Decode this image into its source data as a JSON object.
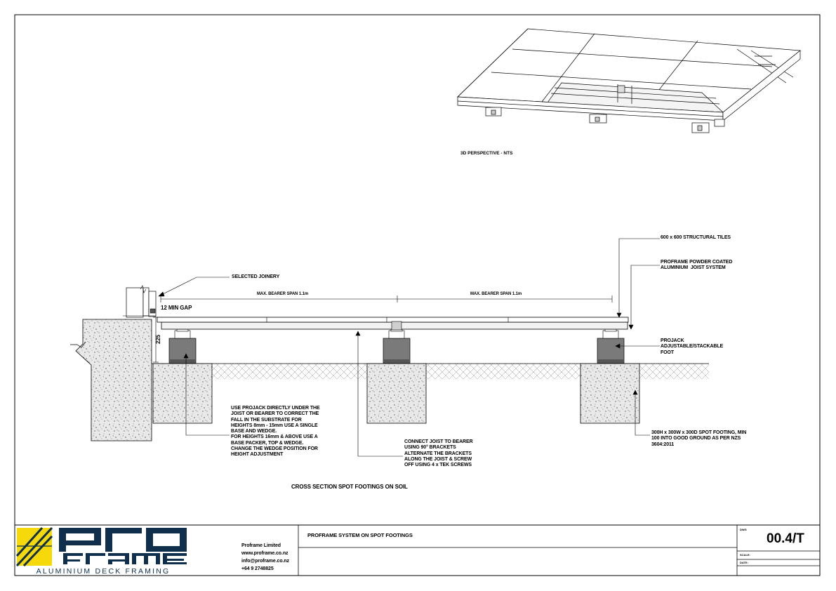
{
  "views": {
    "perspective_caption": "3D PERSPECTIVE - NTS",
    "section_caption": "CROSS SECTION SPOT FOOTINGS ON SOIL"
  },
  "annotations": {
    "tiles": "600 x 600 STRUCTURAL TILES",
    "joist_system": "PROFRAME POWDER COATED\nALUMINIUM  JOIST SYSTEM",
    "projack": "PROJACK\nADJUSTABLE/STACKABLE\nFOOT",
    "footing": "300H x 300W x 300D SPOT FOOTING, MIN\n100 INTO GOOD GROUND AS PER NZS\n3604:2011",
    "joinery": "SELECTED JOINERY",
    "gap": "12 MIN GAP",
    "height": "225",
    "span_left": "MAX. BEARER SPAN 1.1m",
    "span_right": "MAX. BEARER SPAN 1.1m",
    "projack_note": "USE PROJACK DIRECTLY UNDER THE\nJOIST OR BEARER TO CORRECT THE\nFALL IN THE SUBSTRATE FOR\nHEIGHTS 8mm - 15mm USE A SINGLE\nBASE AND WEDGE.\nFOR HEIGHTS 16mm & ABOVE USE A\nBASE PACKER, TOP & WEDGE.\nCHANGE THE WEDGE POSITION FOR\nHEIGHT ADJUSTMENT",
    "bracket_note": "CONNECT JOIST TO BEARER\nUSING 90° BRACKETS\nALTERNATE THE BRACKETS\nALONG THE JOIST & SCREW\nOFF USING 4 x TEK SCREWS"
  },
  "title_block": {
    "logo_top": "PRO",
    "logo_bottom": "FRAME",
    "logo_caption": "ALUMINIUM DECK FRAMING",
    "company": "Proframe Limited",
    "website": "www.proframe.co.nz",
    "email": "info@proframe.co.nz",
    "phone": "+64 9 2748825",
    "drawing_title": "PROFRAME SYSTEM ON SPOT FOOTINGS",
    "dwg_label": "DWG",
    "dwg_number": "00.4/T",
    "scale_label": "SCALE:",
    "date_label": "DATE:",
    "colors": {
      "logo_yellow": "#f5d90a",
      "logo_navy": "#0f2f4c"
    }
  }
}
